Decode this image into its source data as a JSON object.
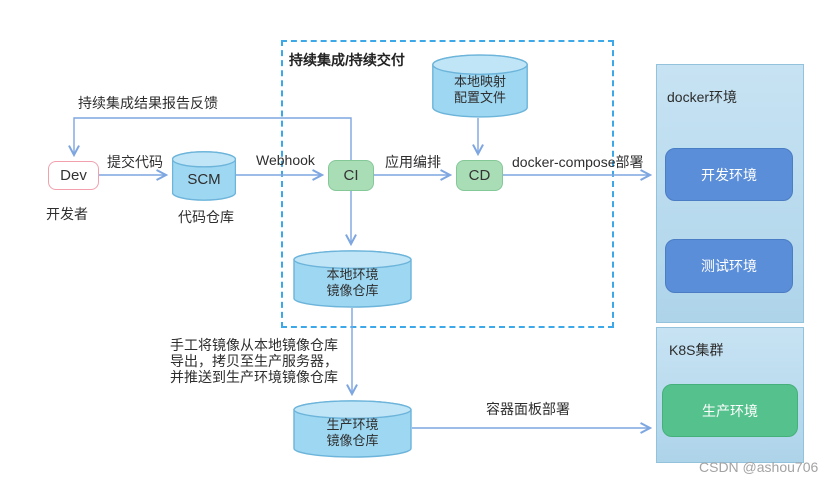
{
  "colors": {
    "connector": "#7ea6e0",
    "dashed_border": "#3da8e8",
    "cylinder_fill": "#9ed7f2",
    "cylinder_lid": "#c0e5f7",
    "cylinder_stroke": "#6cb4da",
    "green_node_fill": "#a9ddb6",
    "dev_node_border": "#f2a0ae",
    "panel_fill": "#b5d9ec",
    "blue_button": "#5b8ed8",
    "green_button": "#55c18c",
    "watermark_color": "#a3a3a3"
  },
  "flow": {
    "feedback_label": "持续集成结果报告反馈",
    "dev_label": "Dev",
    "dev_caption": "开发者",
    "submit_label": "提交代码",
    "scm_label": "SCM",
    "scm_caption": "代码仓库",
    "webhook_label": "Webhook",
    "ci_label": "CI",
    "orchestration_label": "应用编排",
    "cd_label": "CD",
    "compose_deploy_label": "docker-compose部署",
    "panel_deploy_label": "容器面板部署"
  },
  "cicd_box": {
    "title": "持续集成/持续交付"
  },
  "cylinders": {
    "config": {
      "line1": "本地映射",
      "line2": "配置文件"
    },
    "local_registry": {
      "line1": "本地环境",
      "line2": "镜像仓库"
    },
    "prod_registry": {
      "line1": "生产环境",
      "line2": "镜像仓库"
    }
  },
  "manual_note": {
    "line1": "手工将镜像从本地镜像仓库",
    "line2": "导出，拷贝至生产服务器，",
    "line3": "并推送到生产环境镜像仓库"
  },
  "docker_panel": {
    "title": "docker环境",
    "dev_env_label": "开发环境",
    "test_env_label": "测试环境"
  },
  "k8s_panel": {
    "title": "K8S集群",
    "prod_env_label": "生产环境"
  },
  "watermark": "CSDN @ashou706"
}
